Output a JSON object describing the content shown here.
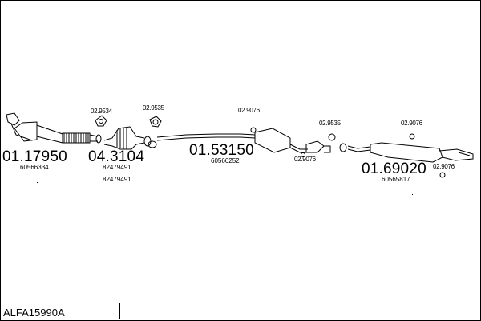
{
  "assembly_code": "ALFA15990A",
  "parts": [
    {
      "number": "01.17950",
      "refs": [
        "60566334"
      ],
      "icon": "front-pipe-with-flex"
    },
    {
      "number": "04.3104",
      "refs": [
        "82479491",
        "82479491"
      ],
      "icon": "catalytic-converter"
    },
    {
      "number": "01.53150",
      "refs": [
        "60566252"
      ],
      "icon": "middle-silencer"
    },
    {
      "number": "01.69020",
      "refs": [
        "60565817"
      ],
      "icon": "rear-silencer"
    }
  ],
  "accessories": [
    "02.9534",
    "02.9535",
    "02.9076",
    "02.9535",
    "02.9076",
    "02.9076",
    "02.9076"
  ]
}
